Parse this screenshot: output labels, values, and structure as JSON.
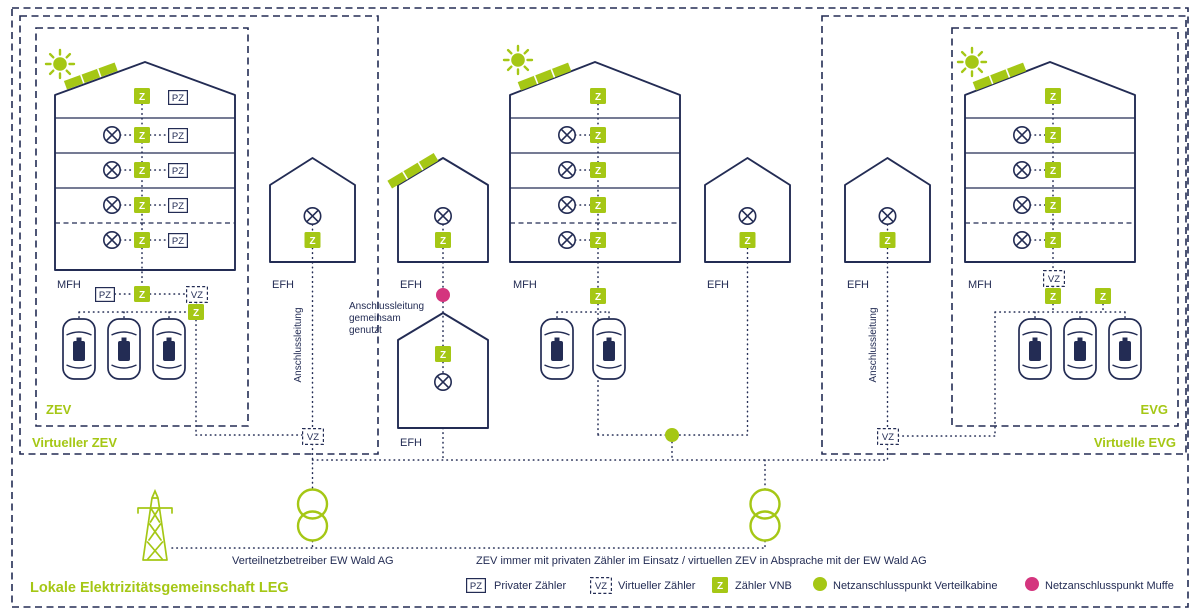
{
  "colors": {
    "ink": "#232c54",
    "lime": "#a5c715",
    "pink": "#d4357e",
    "background": "#ffffff"
  },
  "boundaries": {
    "leg_label": "Lokale Elektrizitätsgemeinschaft LEG",
    "virtual_zev_label": "Virtueller ZEV",
    "zev_label": "ZEV",
    "virtual_evg_label": "Virtuelle EVG",
    "evg_label": "EVG"
  },
  "buildings": {
    "mfh_label": "MFH",
    "efh_label": "EFH"
  },
  "symbols": {
    "z": "Z",
    "pz": "PZ",
    "vz": "VZ"
  },
  "connections": {
    "anschlussleitung": "Anschlussleitung",
    "shared_line_1": "Anschlussleitung",
    "shared_line_2": "gemeinsam",
    "shared_line_3": "genutzt"
  },
  "footer": {
    "operator_label": "Verteilnetzbetreiber EW Wald AG",
    "note": "ZEV immer mit privaten Zähler im Einsatz / virtuellen ZEV in Absprache mit der EW Wald AG"
  },
  "legend": {
    "items": [
      {
        "symbol": "PZ",
        "label": "Privater Zähler"
      },
      {
        "symbol": "VZ",
        "label": "Virtueller Zähler"
      },
      {
        "symbol": "Z",
        "label": "Zähler VNB"
      },
      {
        "symbol": "green-dot",
        "label": "Netzanschlusspunkt Verteilkabine"
      },
      {
        "symbol": "pink-dot",
        "label": "Netzanschlusspunkt Muffe"
      }
    ]
  }
}
